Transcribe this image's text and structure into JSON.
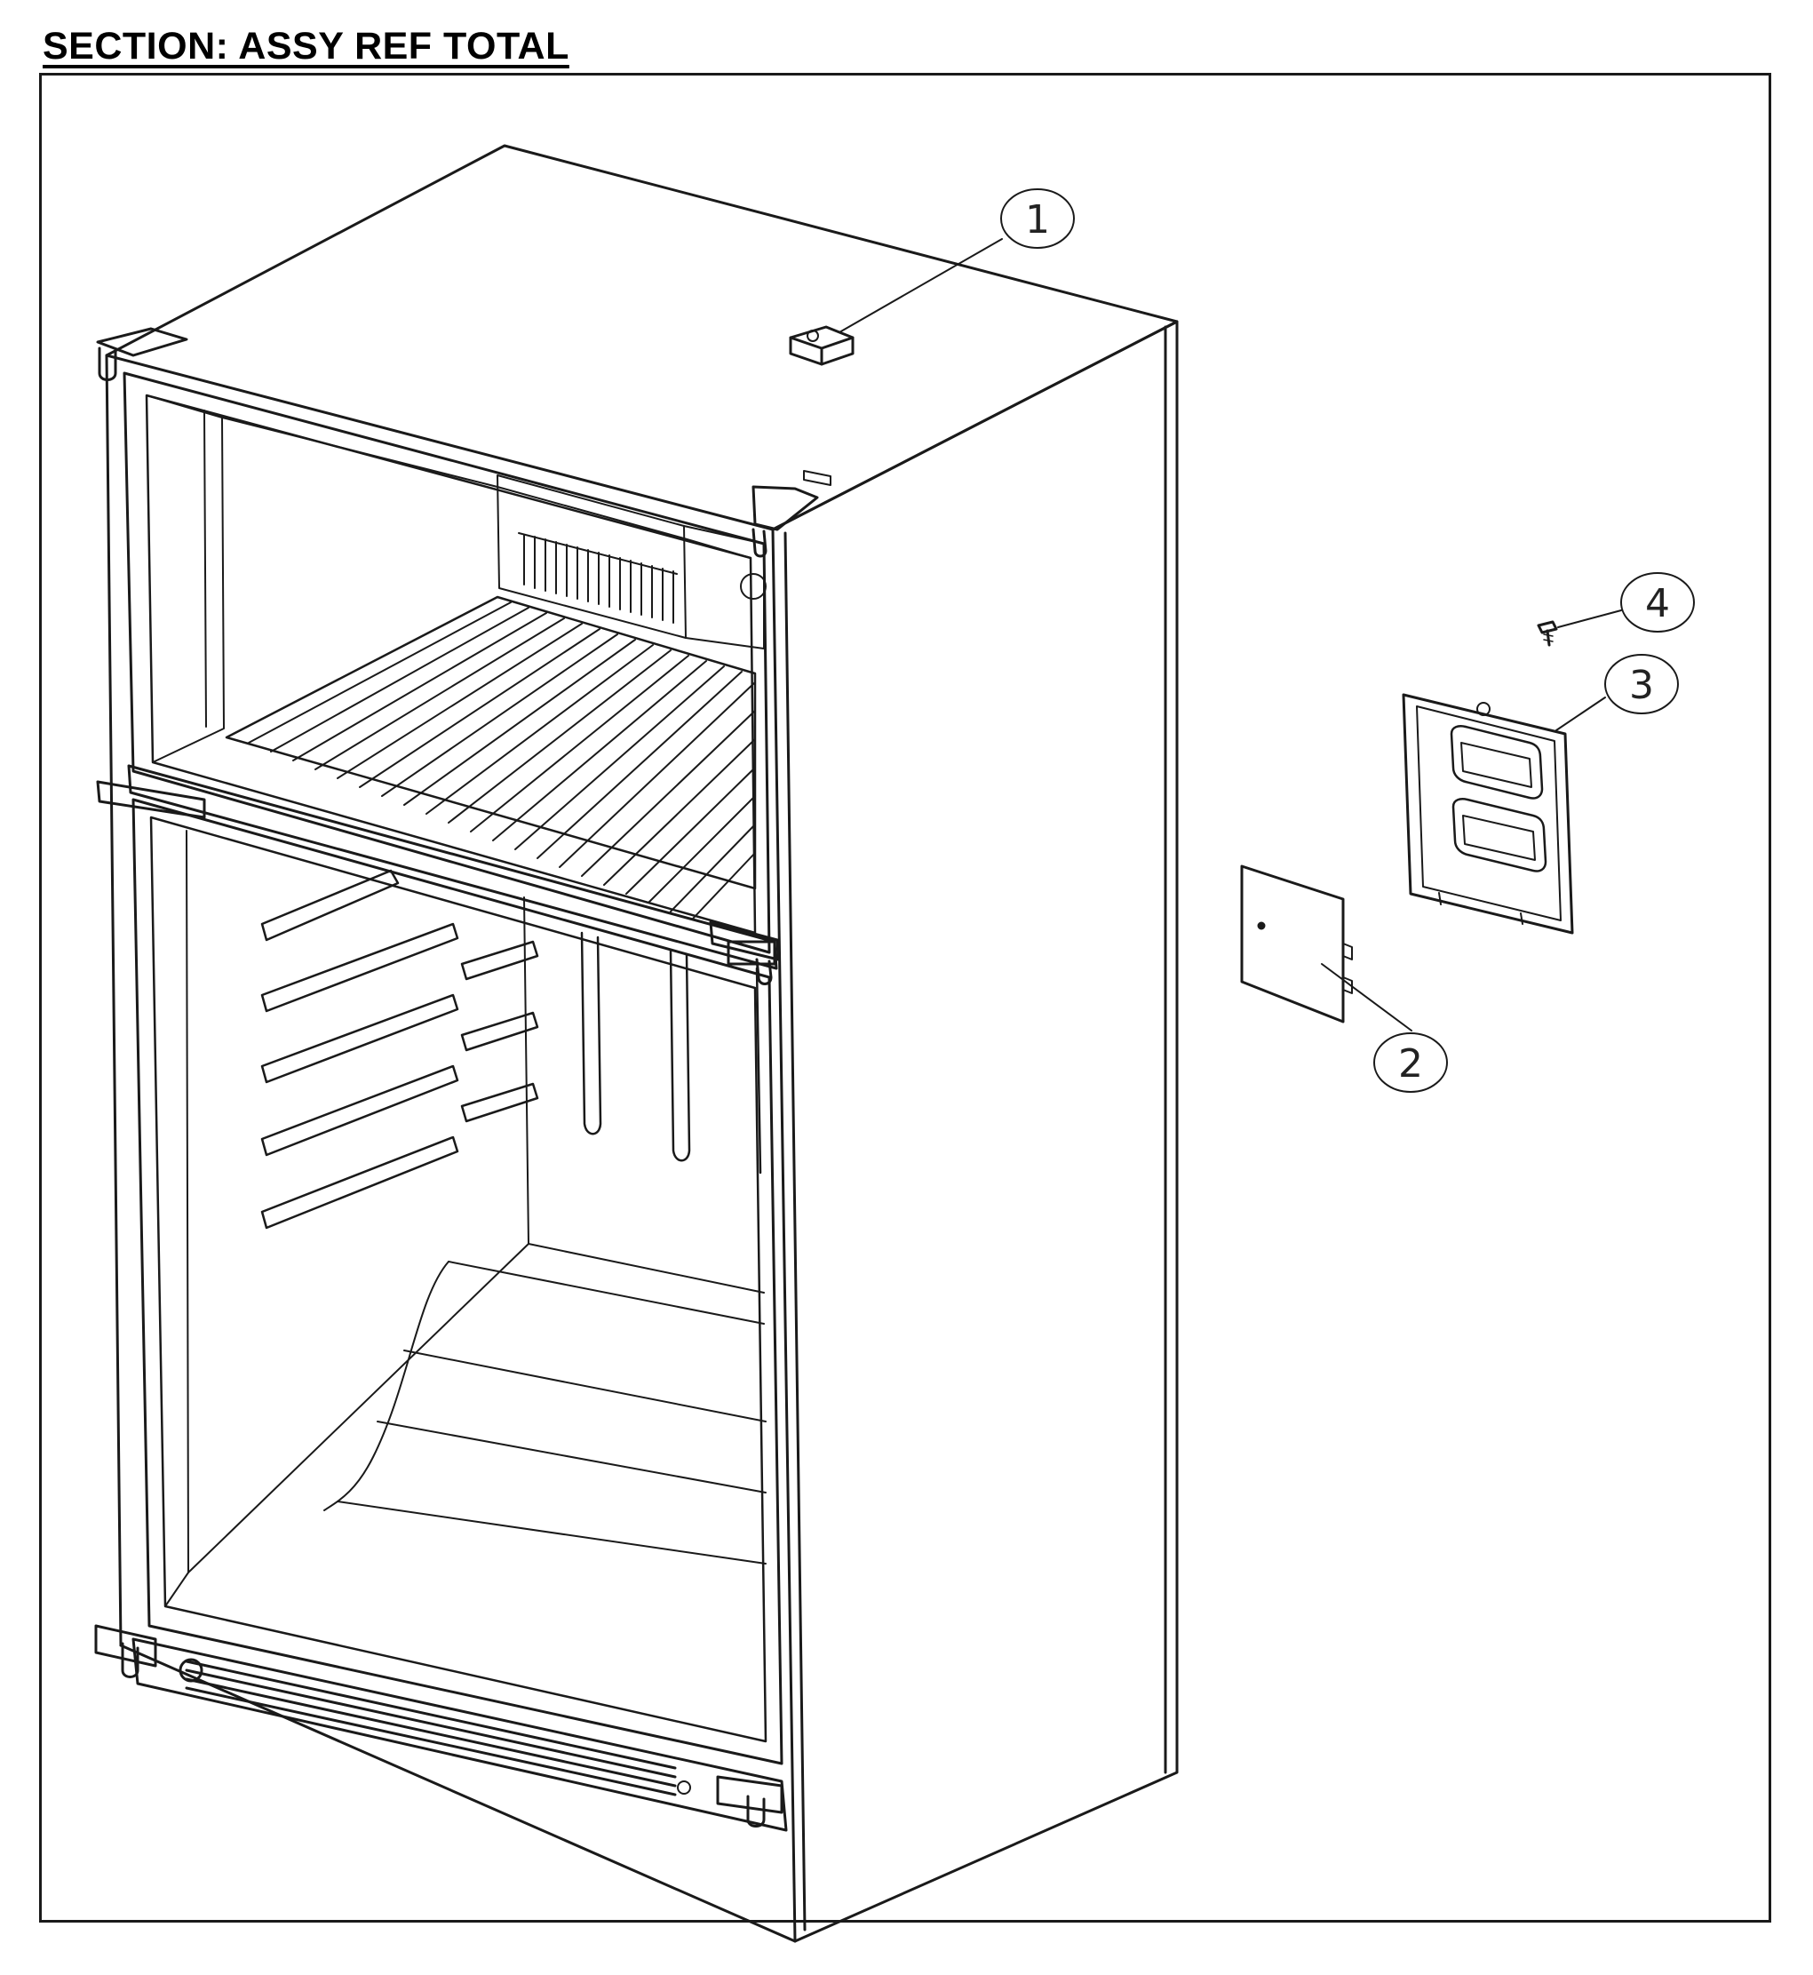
{
  "section": {
    "title": "SECTION: ASSY REF TOTAL"
  },
  "callouts": [
    {
      "label": "1",
      "part": "top-hinge-cover"
    },
    {
      "label": "2",
      "part": "cover-plate"
    },
    {
      "label": "3",
      "part": "evaporator-cover-frame"
    },
    {
      "label": "4",
      "part": "screw"
    }
  ],
  "colors": {
    "line": "#1a1a1a",
    "light_line": "#555555",
    "part_fill": "#ffffff"
  }
}
